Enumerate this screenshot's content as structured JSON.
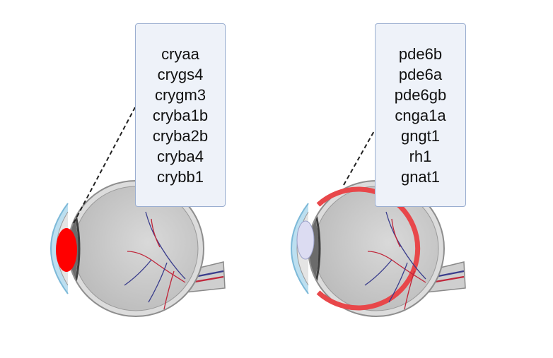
{
  "lens_panel": {
    "highlight_color": "#ff0000",
    "genes": [
      "cryaa",
      "crygs4",
      "crygm3",
      "cryba1b",
      "cryba2b",
      "cryba4",
      "crybb1"
    ]
  },
  "retina_panel": {
    "highlight_color": "#e8474a",
    "genes": [
      "pde6b",
      "pde6a",
      "pde6gb",
      "cnga1a",
      "gngt1",
      "rh1",
      "gnat1"
    ]
  },
  "colors": {
    "box_fill": "#eef2f9",
    "box_border": "#9aaed0",
    "sclera": "#d6d6d6",
    "eye_interior": "#c9c9c9",
    "cornea": "#a9d4ea",
    "vessel_red": "#c0263a",
    "vessel_blue": "#3a3d8c"
  },
  "icons": [
    "eye-lens-icon",
    "eye-retina-icon"
  ]
}
